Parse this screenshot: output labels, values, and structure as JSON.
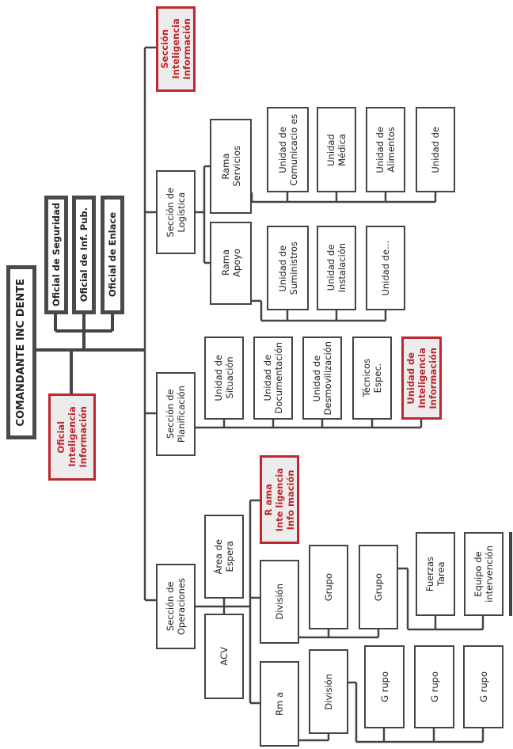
{
  "commander": "COMANDANTE INC DENTE",
  "staff": [
    "Oficial de Seguridad",
    "Oficial de Inf. Pub.",
    "Oficial de Enlace"
  ],
  "intel_officer": "Oficial\nInteligencia\nInformación",
  "sections": {
    "intel": "Sección\nInteligencia\nInformación",
    "logistics": "Sección de\nLogística",
    "planning": "Sección de\nPlanificación",
    "operations": "Sección de\nOperaciones"
  },
  "logistics": {
    "services_branch": "Rama\nServicios",
    "support_branch": "Rama\nApoyo",
    "services_units": [
      "Unidad de\nComunicacio es",
      "Unidad\nMédica",
      "Unidad de\nAlimentos",
      "Unidad de"
    ],
    "support_units": [
      "Unidad de\nSuministros",
      "Unidad de\nInstalación",
      "Unidad de..."
    ]
  },
  "planning": {
    "units": [
      "Unidad de\nSituación",
      "Unidad de\nDocumentación",
      "Unidad de\nDesmovilización",
      "Técnicos\nEspec.",
      "Unidad de\nInteligencia\nInformación"
    ]
  },
  "operations": {
    "staging": "Área de\nEspera",
    "acv": "ACV",
    "intel_branch": "R ama\nInte ligencia\nInfo mación",
    "division1": "División",
    "branch": "Rm a",
    "division1_children": [
      "Grupo",
      "Grupo",
      "Fuerzas\nTarea",
      "Equipo de\nintervención"
    ],
    "division2": "División",
    "division2_children": [
      "G rupo",
      "G rupo",
      "G rupo"
    ]
  }
}
